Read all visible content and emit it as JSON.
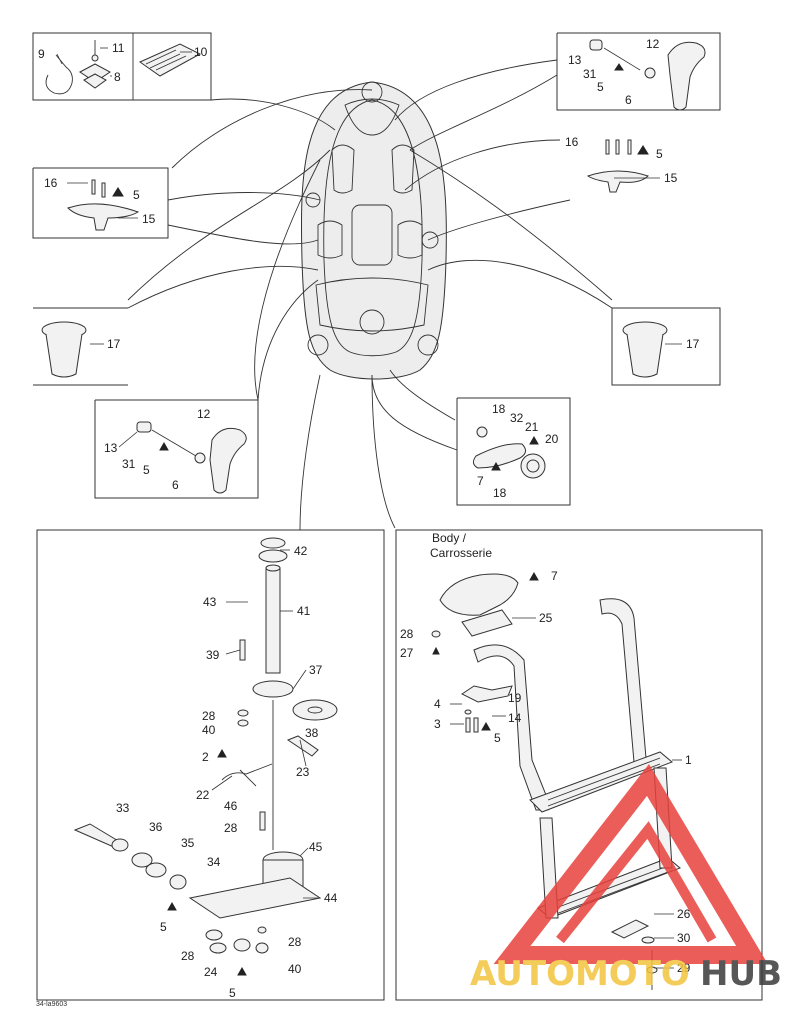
{
  "labels": {
    "c9": "9",
    "c11": "11",
    "c8": "8",
    "c10": "10",
    "c13a": "13",
    "c12a": "12",
    "c31a": "31",
    "c5a": "5",
    "c6a": "6",
    "c16a": "16",
    "c5b": "5",
    "c15a": "15",
    "c16b": "16",
    "c5c": "5",
    "c15b": "15",
    "c17a": "17",
    "c17b": "17",
    "c12b": "12",
    "c13b": "13",
    "c31b": "31",
    "c5d": "5",
    "c6b": "6",
    "c18a": "18",
    "c32": "32",
    "c21": "21",
    "c20": "20",
    "c7a": "7",
    "c18b": "18",
    "c42": "42",
    "c43": "43",
    "c41": "41",
    "c39": "39",
    "c37": "37",
    "c28a": "28",
    "c40a": "40",
    "c38": "38",
    "c2": "2",
    "c23": "23",
    "c22": "22",
    "c46": "46",
    "c28b": "28",
    "c33": "33",
    "c36": "36",
    "c35": "35",
    "c45": "45",
    "c34": "34",
    "c44": "44",
    "c5e": "5",
    "c28c": "28",
    "c28d": "28",
    "c24": "24",
    "c40b": "40",
    "c5f": "5",
    "c7b": "7",
    "c25": "25",
    "c28e": "28",
    "c27": "27",
    "c19": "19",
    "c4": "4",
    "c14": "14",
    "c3": "3",
    "c5g": "5",
    "c1": "1",
    "c26": "26",
    "c30": "30",
    "c29": "29"
  },
  "body_label_line1": "Body /",
  "body_label_line2": "Carrosserie",
  "reference_code": "34-la9603",
  "watermark": {
    "part1": "AUTOMOTO",
    "part2": "HUB",
    "color_red": "#e8413c",
    "color_yellow": "#f2c43d",
    "color_gray": "#3a3a3a"
  }
}
